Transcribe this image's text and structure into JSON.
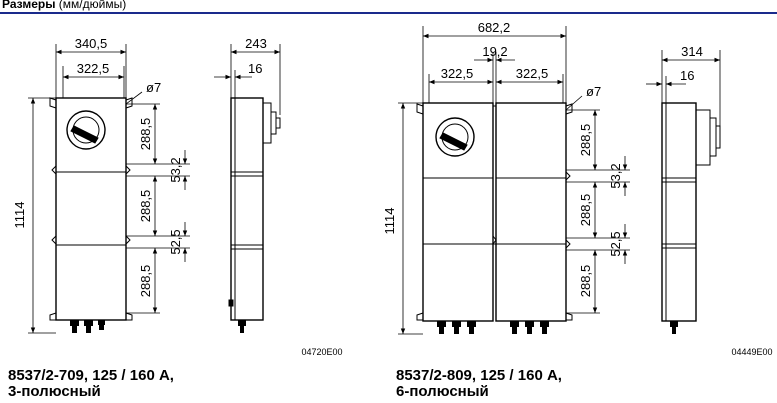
{
  "header": {
    "title_bold": "Размеры",
    "title_rest": " (мм/дюймы)"
  },
  "diagram1": {
    "dims": {
      "width_total": "340,5",
      "width_inner": "322,5",
      "hole": "ø7",
      "height_total": "1114",
      "section_1": "288,5",
      "section_2": "288,5",
      "section_3": "288,5",
      "gap_1": "53,2",
      "gap_2": "52,5",
      "depth": "243",
      "offset": "16"
    },
    "code": "04720E00",
    "caption_line1": "8537/2-709, 125 / 160 А,",
    "caption_line2": "3-полюсный"
  },
  "diagram2": {
    "dims": {
      "width_total": "682,2",
      "width_gap": "19,2",
      "width_left": "322,5",
      "width_right": "322,5",
      "hole": "ø7",
      "height_total": "1114",
      "section_1": "288,5",
      "section_2": "288,5",
      "section_3": "288,5",
      "gap_1": "53,2",
      "gap_2": "52,5",
      "depth": "314",
      "offset": "16"
    },
    "code": "04449E00",
    "caption_line1": "8537/2-809, 125 / 160 А,",
    "caption_line2": "6-полюсный"
  },
  "colors": {
    "accent_line": "#1a2a8c",
    "ink": "#000000"
  }
}
